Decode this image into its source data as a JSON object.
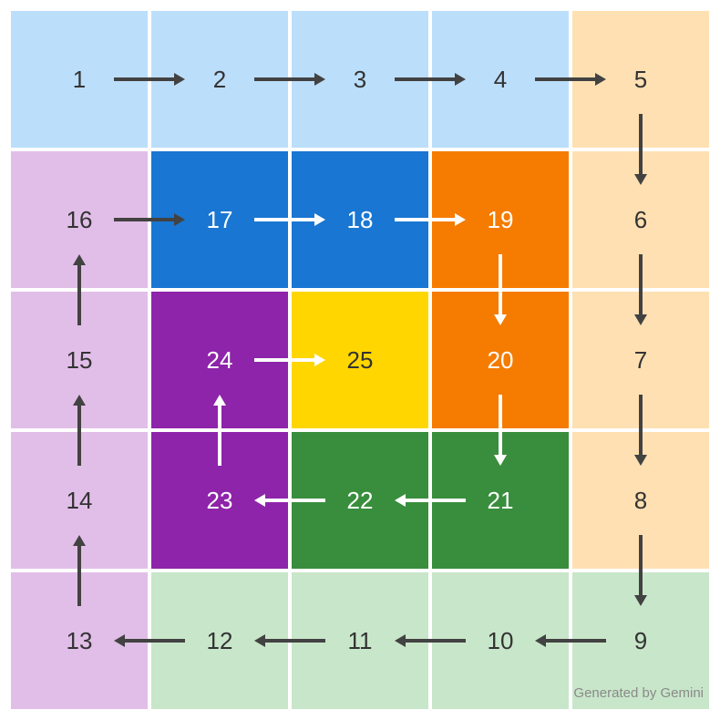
{
  "diagram": {
    "title": "",
    "cells": [
      {
        "n": "1",
        "row": 0,
        "col": 0,
        "bg": "#bbdefb",
        "fg": "#333333"
      },
      {
        "n": "2",
        "row": 0,
        "col": 1,
        "bg": "#bbdefb",
        "fg": "#333333"
      },
      {
        "n": "3",
        "row": 0,
        "col": 2,
        "bg": "#bbdefb",
        "fg": "#333333"
      },
      {
        "n": "4",
        "row": 0,
        "col": 3,
        "bg": "#bbdefb",
        "fg": "#333333"
      },
      {
        "n": "5",
        "row": 0,
        "col": 4,
        "bg": "#ffe0b2",
        "fg": "#333333"
      },
      {
        "n": "16",
        "row": 1,
        "col": 0,
        "bg": "#e1bee7",
        "fg": "#333333"
      },
      {
        "n": "17",
        "row": 1,
        "col": 1,
        "bg": "#1976d2",
        "fg": "#ffffff"
      },
      {
        "n": "18",
        "row": 1,
        "col": 2,
        "bg": "#1976d2",
        "fg": "#ffffff"
      },
      {
        "n": "19",
        "row": 1,
        "col": 3,
        "bg": "#f57c00",
        "fg": "#ffffff"
      },
      {
        "n": "6",
        "row": 1,
        "col": 4,
        "bg": "#ffe0b2",
        "fg": "#333333"
      },
      {
        "n": "15",
        "row": 2,
        "col": 0,
        "bg": "#e1bee7",
        "fg": "#333333"
      },
      {
        "n": "24",
        "row": 2,
        "col": 1,
        "bg": "#8e24aa",
        "fg": "#ffffff"
      },
      {
        "n": "25",
        "row": 2,
        "col": 2,
        "bg": "#ffd600",
        "fg": "#333333"
      },
      {
        "n": "20",
        "row": 2,
        "col": 3,
        "bg": "#f57c00",
        "fg": "#ffffff"
      },
      {
        "n": "7",
        "row": 2,
        "col": 4,
        "bg": "#ffe0b2",
        "fg": "#333333"
      },
      {
        "n": "14",
        "row": 3,
        "col": 0,
        "bg": "#e1bee7",
        "fg": "#333333"
      },
      {
        "n": "23",
        "row": 3,
        "col": 1,
        "bg": "#8e24aa",
        "fg": "#ffffff"
      },
      {
        "n": "22",
        "row": 3,
        "col": 2,
        "bg": "#388e3c",
        "fg": "#ffffff"
      },
      {
        "n": "21",
        "row": 3,
        "col": 3,
        "bg": "#388e3c",
        "fg": "#ffffff"
      },
      {
        "n": "8",
        "row": 3,
        "col": 4,
        "bg": "#ffe0b2",
        "fg": "#333333"
      },
      {
        "n": "13",
        "row": 4,
        "col": 0,
        "bg": "#e1bee7",
        "fg": "#333333"
      },
      {
        "n": "12",
        "row": 4,
        "col": 1,
        "bg": "#c8e6c9",
        "fg": "#333333"
      },
      {
        "n": "11",
        "row": 4,
        "col": 2,
        "bg": "#c8e6c9",
        "fg": "#333333"
      },
      {
        "n": "10",
        "row": 4,
        "col": 3,
        "bg": "#c8e6c9",
        "fg": "#333333"
      },
      {
        "n": "9",
        "row": 4,
        "col": 4,
        "bg": "#c8e6c9",
        "fg": "#333333"
      }
    ],
    "sequence": [
      "1",
      "2",
      "3",
      "4",
      "5",
      "6",
      "7",
      "8",
      "9",
      "10",
      "11",
      "12",
      "13",
      "14",
      "15",
      "16",
      "17",
      "18",
      "19",
      "20",
      "21",
      "22",
      "23",
      "24",
      "25"
    ],
    "arrow_dark": "#424242",
    "arrow_light": "#ffffff"
  },
  "footer": {
    "watermark": "Generated by Gemini"
  }
}
